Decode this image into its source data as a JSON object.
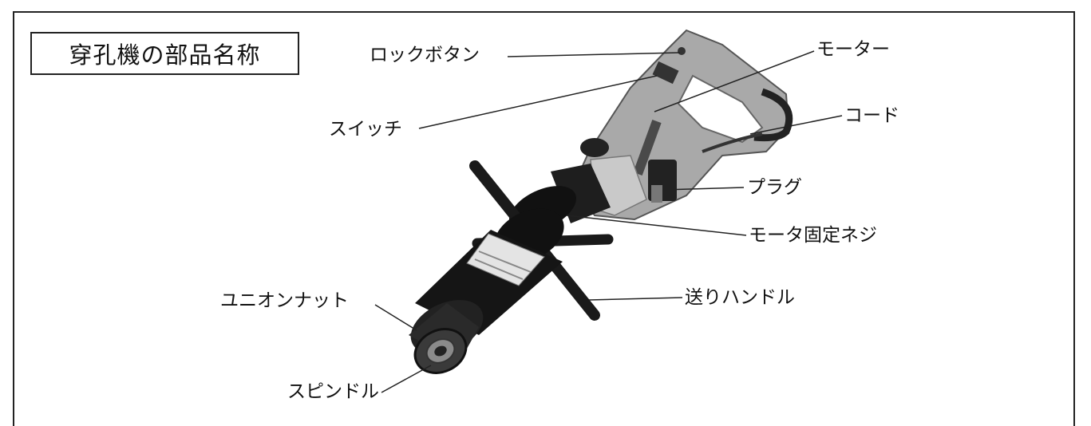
{
  "title": "穿孔機の部品名称",
  "labels": {
    "lock_button": "ロックボタン",
    "motor": "モーター",
    "switch": "スイッチ",
    "cord": "コード",
    "plug": "プラグ",
    "motor_fix_screw": "モータ固定ネジ",
    "union_nut": "ユニオンナット",
    "feed_handle": "送りハンドル",
    "spindle": "スピンドル"
  },
  "colors": {
    "ink": "#111111",
    "housing": "#a9a9a9",
    "housing_dark": "#6f6f6f",
    "metal": "#1a1a1a"
  }
}
